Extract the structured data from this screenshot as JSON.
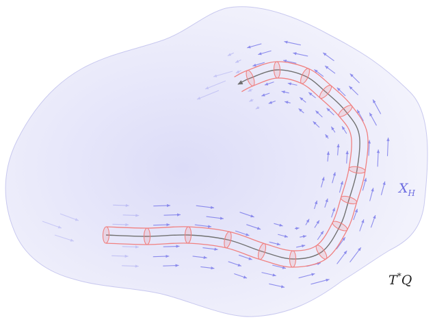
{
  "colors": {
    "manifold_fill_center": "#dcdcf8",
    "manifold_fill_edge": "#f4f4fc",
    "manifold_stroke": "#c8c8ef",
    "arrow": "#7b7bea",
    "tube": "#f08080",
    "trajectory": "#707070",
    "label_vector_field": "#6b6be0",
    "label_space": "#222222"
  },
  "labels": {
    "vector_field": {
      "main": "X",
      "sub": "H"
    },
    "space": {
      "main": "T",
      "sup": "*",
      "rest": "Q"
    }
  }
}
